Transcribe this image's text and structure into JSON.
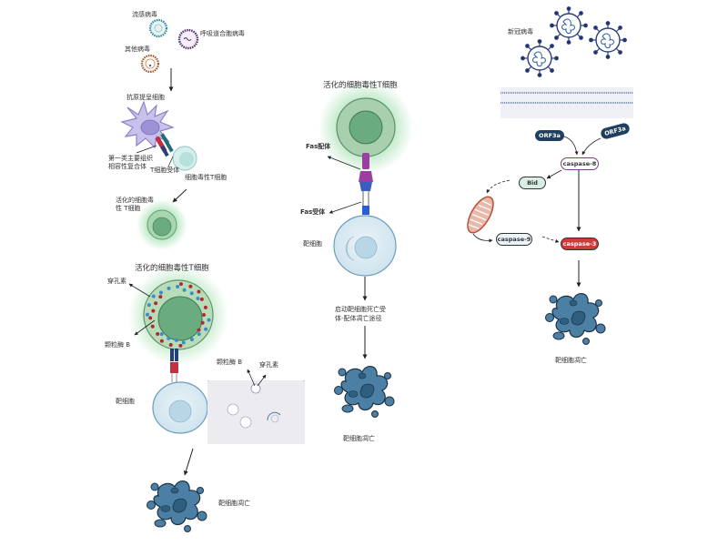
{
  "panel_left": {
    "viruses": {
      "influenza": "流感病毒",
      "rsv": "呼吸道合胞病毒",
      "other": "其他病毒"
    },
    "apc": "抗原提呈细胞",
    "mhc1": "第一类主要组织\n相容性复合体",
    "mhc1_line1": "第一类主要组织",
    "mhc1_line2": "相容性复合体",
    "tcr": "T细胞受体",
    "ctl": "细胞毒性T细胞",
    "activated_ctl_line1": "活化的细胞毒",
    "activated_ctl_line2": "性 T细胞",
    "activated_ctl_title": "活化的细胞毒性T细胞",
    "perforin": "穿孔素",
    "granzyme": "颗粒酶 B",
    "target_cell": "靶细胞",
    "inset_granzyme": "颗粒酶 B",
    "inset_perforin": "穿孔素",
    "apoptosis": "靶细胞凋亡"
  },
  "panel_middle": {
    "title": "活化的细胞毒性T细胞",
    "fas_ligand": "Fas配体",
    "fas_receptor": "Fas受体",
    "target_cell": "靶细胞",
    "pathway_line1": "启动靶细胞死亡受",
    "pathway_line2": "体-配体凋亡途径",
    "apoptosis": "靶细胞凋亡"
  },
  "panel_right": {
    "virus": "新冠病毒",
    "orf3a_1": "ORF3a",
    "orf3a_2": "ORF3a",
    "caspase8": "caspase-8",
    "bid": "Bid",
    "caspase9": "caspase-9",
    "caspase3": "caspase-3",
    "apoptosis": "靶细胞凋亡"
  },
  "colors": {
    "ctl_outer": "#a9cfae",
    "ctl_inner": "#6aab7f",
    "glow": "#8fd9a0",
    "target_cell": "#d6e8f2",
    "apoptotic": "#4b7fa3",
    "orf3a": "#1f3f5e",
    "caspase3": "#d23a3a",
    "caspase8_border": "#7b3f8c",
    "bid_fill": "#d9efe6"
  }
}
